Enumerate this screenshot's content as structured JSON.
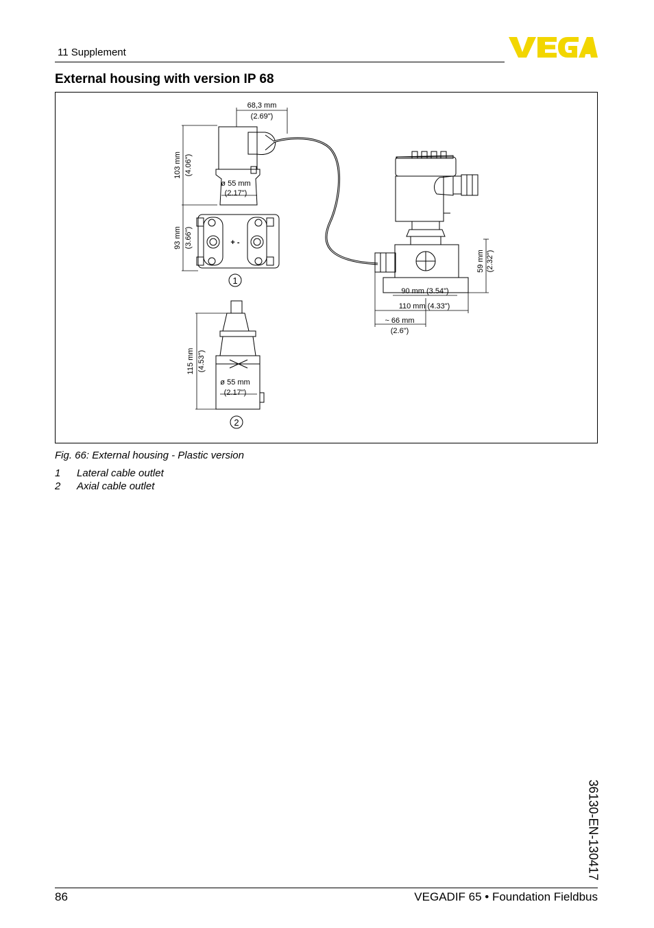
{
  "header": {
    "section": "11 Supplement"
  },
  "logo": {
    "text": "VEGA",
    "color": "#f2d600"
  },
  "heading": "External housing with version IP 68",
  "figure": {
    "callouts": [
      "1",
      "2"
    ],
    "dims": {
      "top_width": "68,3 mm",
      "top_width_in": "(2.69\")",
      "h103": "103 mm",
      "h103_in": "(4.06\")",
      "dia55_a": "ø 55 mm",
      "dia55_a_in": "(2.17\")",
      "h93": "93 mm",
      "h93_in": "(3.66\")",
      "h59": "59 mm",
      "h59_in": "(2.32\")",
      "w90": "90 mm (3.54\")",
      "w110": "110 mm (4.33\")",
      "w66": "~ 66 mm",
      "w66_in": "(2.6\")",
      "h115": "115 mm",
      "h115_in": "(4.53\")",
      "dia55_b": "ø 55 mm",
      "dia55_b_in": "(2.17\")",
      "plusminus": "+ -"
    }
  },
  "caption": "Fig. 66: External housing - Plastic version",
  "legend": [
    {
      "num": "1",
      "text": "Lateral cable outlet"
    },
    {
      "num": "2",
      "text": "Axial cable outlet"
    }
  ],
  "doc_number": "36130-EN-130417",
  "footer": {
    "page": "86",
    "product": "VEGADIF 65 • Foundation Fieldbus"
  }
}
